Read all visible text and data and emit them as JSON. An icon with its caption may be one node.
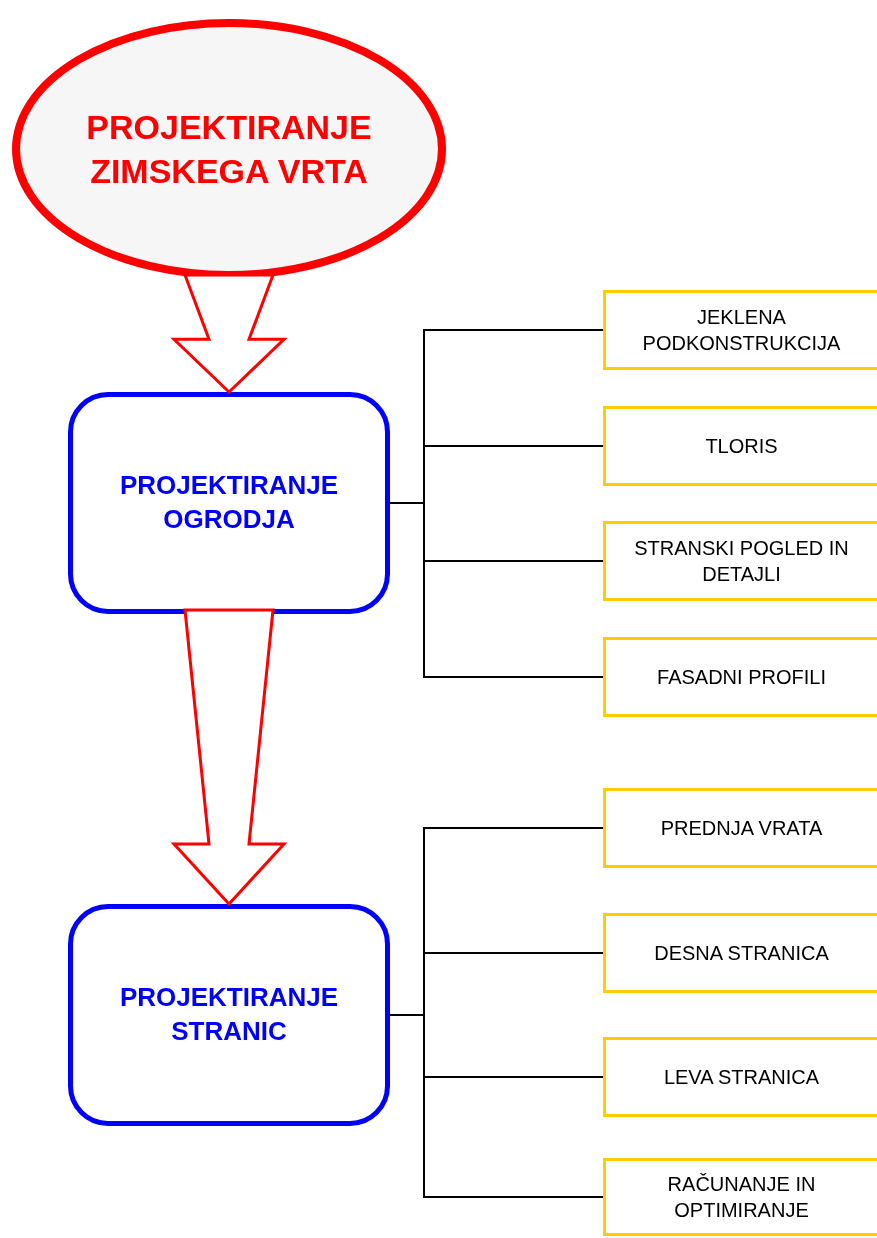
{
  "diagram": {
    "nodes": [
      {
        "text": [
          "PROJEKTIRANJE ZIMSKEGA VRTA"
        ]
      },
      {
        "text": [
          "PROJEKTIRANJE OGRODJA"
        ]
      },
      {
        "text": [
          "PROJEKTIRANJE STRANIC"
        ]
      },
      {
        "text": [
          "JEKLENA PODKONSTRUKCIJA"
        ]
      },
      {
        "text": [
          "TLORIS"
        ]
      },
      {
        "text": [
          "STRANSKI POGLED IN DETAJLI"
        ]
      },
      {
        "text": [
          "FASADNI PROFILI"
        ]
      },
      {
        "text": [
          "PREDNJA VRATA"
        ]
      },
      {
        "text": [
          "DESNA STRANICA"
        ]
      },
      {
        "text": [
          "LEVA STRANICA"
        ]
      },
      {
        "text": [
          "RAČUNANJE IN OPTIMIRANJE"
        ]
      }
    ],
    "edges": [
      {
        "from": 0,
        "to": 1,
        "arrow": "to",
        "style": "thick",
        "color": "#ff0000"
      },
      {
        "from": 1,
        "to": 2,
        "arrow": "to",
        "style": "thick",
        "color": "#ff0000"
      },
      {
        "from": 1,
        "to": 3,
        "arrow": "none"
      },
      {
        "from": 1,
        "to": 4,
        "arrow": "none"
      },
      {
        "from": 1,
        "to": 5,
        "arrow": "none"
      },
      {
        "from": 1,
        "to": 6,
        "arrow": "none"
      },
      {
        "from": 2,
        "to": 7,
        "arrow": "none"
      },
      {
        "from": 2,
        "to": 8,
        "arrow": "none"
      },
      {
        "from": 2,
        "to": 9,
        "arrow": "none"
      },
      {
        "from": 2,
        "to": 10,
        "arrow": "none"
      }
    ]
  }
}
